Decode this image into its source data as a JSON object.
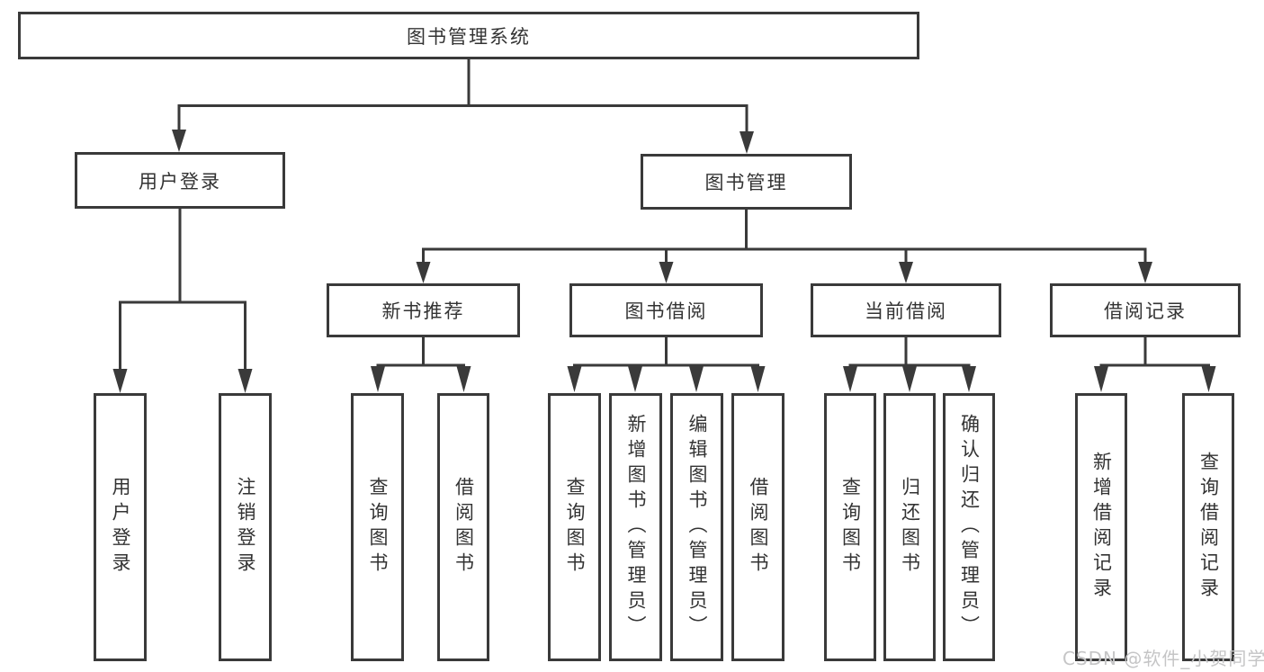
{
  "diagram": {
    "title": "图书管理系统",
    "nodes": {
      "root": "图书管理系统",
      "user_login": "用户登录",
      "book_mgmt": "图书管理",
      "leaf_login": "用户登录",
      "leaf_logout": "注销登录",
      "new_book_rec": "新书推荐",
      "book_borrow": "图书借阅",
      "current_borrow": "当前借阅",
      "borrow_record": "借阅记录",
      "nb_query": "查询图书",
      "nb_borrow": "借阅图书",
      "bb_query": "查询图书",
      "bb_add": "新增图书（管理员）",
      "bb_edit": "编辑图书（管理员）",
      "bb_borrow": "借阅图书",
      "cb_query": "查询图书",
      "cb_return": "归还图书",
      "cb_confirm": "确认归还（管理员）",
      "br_add": "新增借阅记录",
      "br_query": "查询借阅记录"
    },
    "hierarchy": {
      "图书管理系统": {
        "用户登录": [
          "用户登录",
          "注销登录"
        ],
        "图书管理": {
          "新书推荐": [
            "查询图书",
            "借阅图书"
          ],
          "图书借阅": [
            "查询图书",
            "新增图书（管理员）",
            "编辑图书（管理员）",
            "借阅图书"
          ],
          "当前借阅": [
            "查询图书",
            "归还图书",
            "确认归还（管理员）"
          ],
          "借阅记录": [
            "新增借阅记录",
            "查询借阅记录"
          ]
        }
      }
    }
  },
  "watermark": "CSDN @软件_小贺同学",
  "colors": {
    "line": "#3a3a3a",
    "text": "#333333",
    "box_background": "#ffffff",
    "page_background": "#ffffff",
    "watermark": "#c5c5c6"
  }
}
